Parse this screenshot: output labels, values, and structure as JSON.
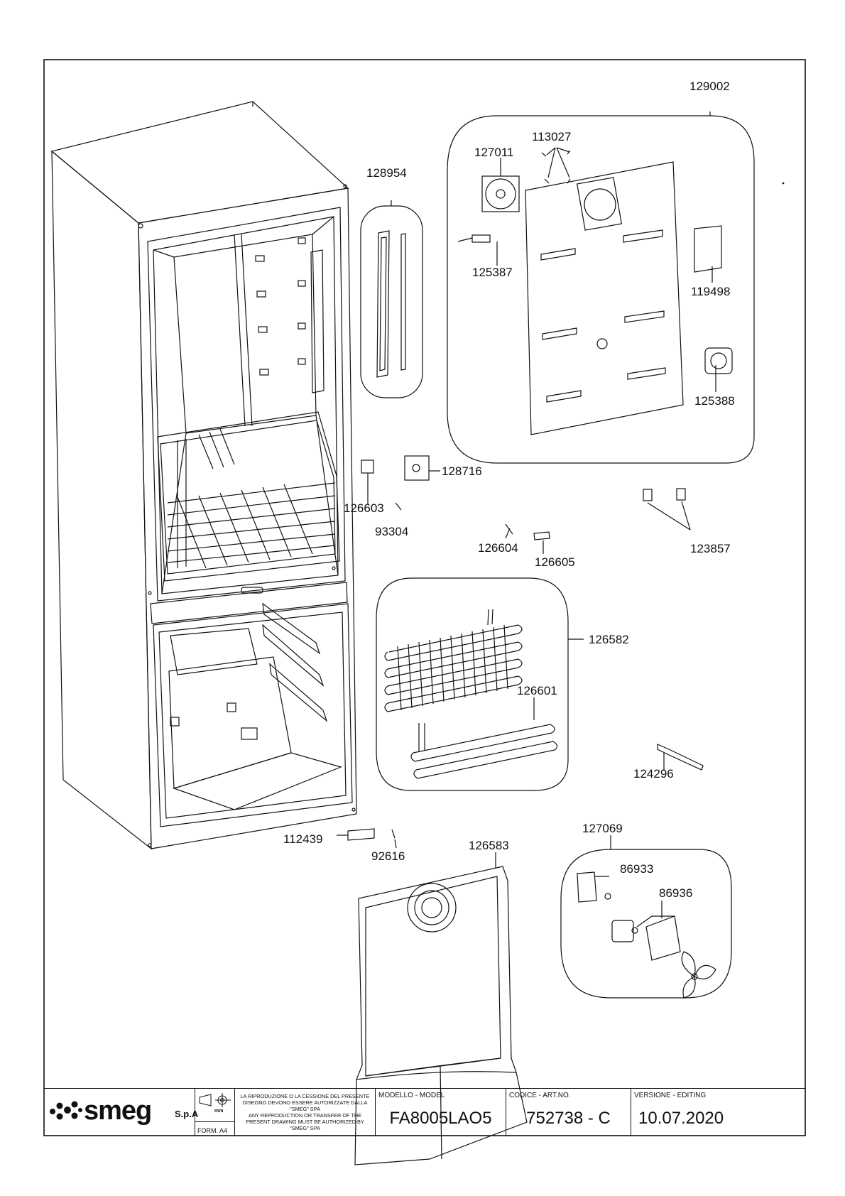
{
  "part_numbers": {
    "p129002": "129002",
    "p113027": "113027",
    "p127011": "127011",
    "p128954": "128954",
    "p125387": "125387",
    "p119498": "119498",
    "p125388": "125388",
    "p128716": "128716",
    "p126603": "126603",
    "p93304": "93304",
    "p126604": "126604",
    "p126605": "126605",
    "p123857": "123857",
    "p126582": "126582",
    "p126601": "126601",
    "p124296": "124296",
    "p127069": "127069",
    "p112439": "112439",
    "p92616": "92616",
    "p126583": "126583",
    "p86933": "86933",
    "p86936": "86936"
  },
  "title_block": {
    "brand": "smeg",
    "company_suffix": "S.p.A",
    "unit": "mm",
    "form": "FORM. A4",
    "notice_it": "LA RIPRODUZIONE O LA CESSIONE DEL PRESENTE DISEGNO DEVONO ESSERE AUTORIZZATE DALLA \"SMEG\" SPA",
    "notice_en": "ANY REPRODUCTION OR TRANSFER OF THE PRESENT DRAWING MUST BE AUTHORIZED BY \"SMEG\" SPA",
    "model_caption": "MODELLO - MODEL",
    "model": "FA8005LAO5",
    "code_caption": "CODICE - ART.NO.",
    "code": "752738 - C",
    "version_caption": "VERSIONE - EDITING",
    "version": "10.07.2020"
  }
}
